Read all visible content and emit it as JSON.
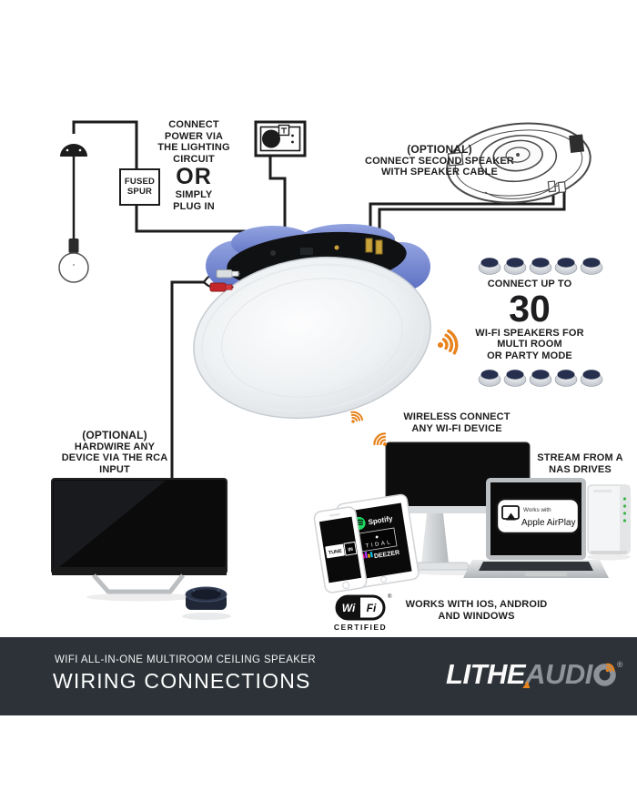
{
  "notes": {
    "power": {
      "l1": "CONNECT",
      "l2": "POWER VIA",
      "l3": "THE LIGHTING",
      "l4": "CIRCUIT",
      "or": "OR",
      "l5": "SIMPLY",
      "l6": "PLUG IN"
    },
    "fused_spur": {
      "l1": "FUSED",
      "l2": "SPUR"
    },
    "second_speaker": {
      "title": "(OPTIONAL)",
      "l1": "CONNECT SECOND SPEAKER",
      "l2": "WITH SPEAKER CABLE"
    },
    "multiroom": {
      "intro": "CONNECT UP TO",
      "count": "30",
      "l1": "WI-FI SPEAKERS FOR",
      "l2": "MULTI ROOM",
      "l3": "OR PARTY MODE"
    },
    "wireless": {
      "l1": "WIRELESS CONNECT",
      "l2": "ANY WI-FI DEVICE"
    },
    "nas": {
      "l1": "STREAM FROM A",
      "l2": "NAS DRIVES"
    },
    "rca": {
      "title": "(OPTIONAL)",
      "l1": "HARDWIRE ANY",
      "l2": "DEVICE VIA THE RCA",
      "l3": "INPUT"
    },
    "os": {
      "l1": "WORKS WITH IOS, ANDROID",
      "l2": "AND WINDOWS"
    }
  },
  "badges": {
    "airplay": {
      "top": "Works with",
      "bottom": "Apple AirPlay"
    },
    "wifi_certified": {
      "wi": "Wi",
      "fi": "Fi",
      "reg": "®",
      "certified": "CERTIFIED"
    },
    "apps": {
      "spotify": "Spotify",
      "tidal": "TIDAL",
      "deezer": "DEEZER",
      "tune": "TUNE",
      "in": "IN"
    }
  },
  "footer": {
    "subtitle": "WIFI ALL-IN-ONE MULTIROOM CEILING SPEAKER",
    "title": "WIRING CONNECTIONS",
    "brand_lithe": "LITHE",
    "brand_audi": "AUDI",
    "brand_reg": "®"
  },
  "colors": {
    "accent_orange": "#E8831D",
    "footer_bg": "#2C3237",
    "wire": "#1C1C1C",
    "speaker_blue": "#7B8DD4",
    "spotify_green": "#1ED760",
    "led_green": "#3BB54A"
  }
}
